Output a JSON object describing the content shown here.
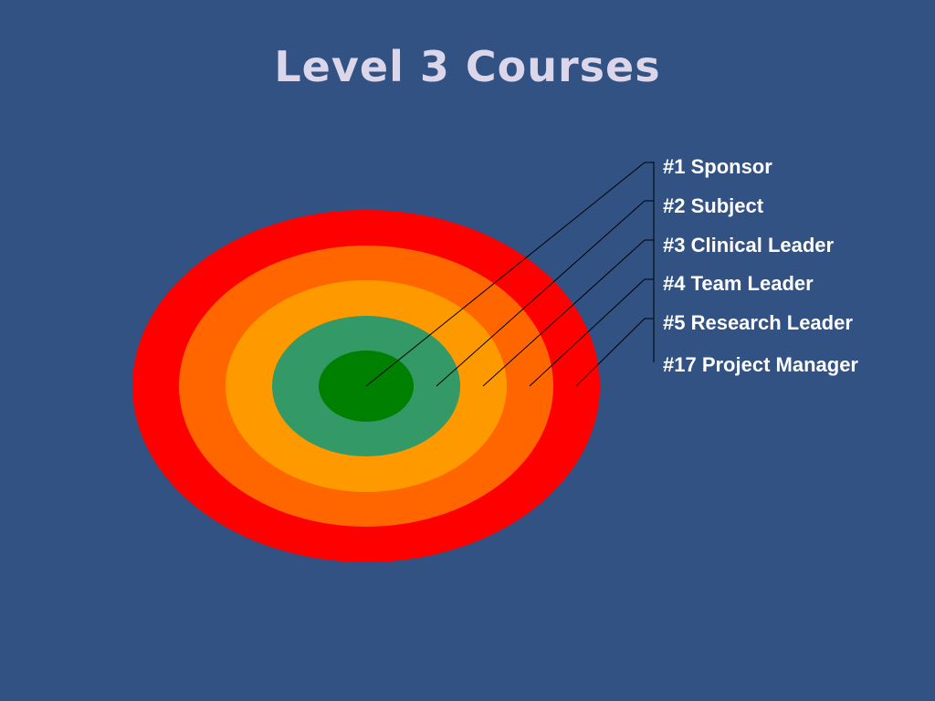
{
  "title": "Level 3 Courses",
  "rings": [
    {
      "name": "outer-ring",
      "color": "#ff0000"
    },
    {
      "name": "second-ring",
      "color": "#ff6600"
    },
    {
      "name": "third-ring",
      "color": "#ff9900"
    },
    {
      "name": "fourth-ring",
      "color": "#339966"
    },
    {
      "name": "center-ring",
      "color": "#008000"
    }
  ],
  "labels": [
    "#1 Sponsor",
    "#2 Subject",
    "#3 Clinical Leader",
    "#4 Team Leader",
    "#5 Research Leader",
    "#17 Project Manager"
  ],
  "colors": {
    "background": "#315283",
    "title": "#dcd6ea",
    "label": "#ffffff",
    "leader_line": "#000000"
  }
}
